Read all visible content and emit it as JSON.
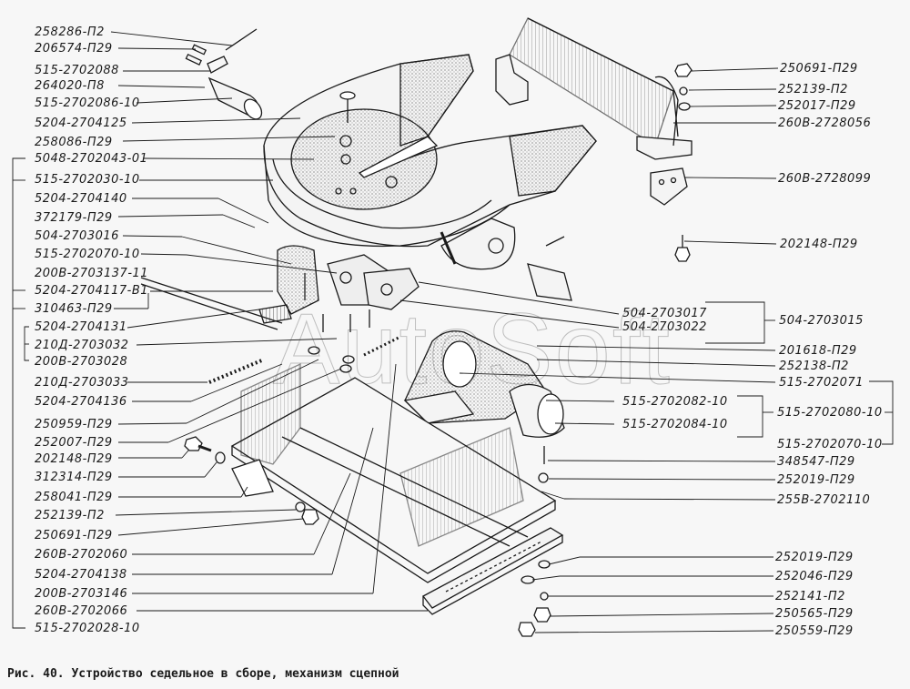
{
  "figure": {
    "caption": "Рис. 40. Устройство седельное в сборе, механизм сцепной",
    "watermark": "AutoSoft"
  },
  "labels_left": [
    "258286-П2",
    "206574-П29",
    "515-2702088",
    "264020-П8",
    "515-2702086-10",
    "5204-2704125",
    "258086-П29",
    "5048-2702043-01",
    "515-2702030-10",
    "5204-2704140",
    "372179-П29",
    "504-2703016",
    "515-2702070-10",
    "200В-2703137-11",
    "5204-2704117-В1",
    "310463-П29",
    "5204-2704131",
    "210Д-2703032",
    "200В-2703028",
    "210Д-2703033",
    "5204-2704136",
    "250959-П29",
    "252007-П29",
    "202148-П29",
    "312314-П29",
    "258041-П29",
    "252139-П2",
    "250691-П29",
    "260В-2702060",
    "5204-2704138",
    "200В-2703146",
    "260В-2702066",
    "515-2702028-10"
  ],
  "labels_right": [
    "250691-П29",
    "252139-П2",
    "252017-П29",
    "260В-2728056",
    "260В-2728099",
    "202148-П29",
    "504-2703017",
    "504-2703022",
    "504-2703015",
    "201618-П29",
    "252138-П2",
    "515-2702071",
    "515-2702082-10",
    "515-2702084-10",
    "515-2702080-10",
    "515-2702070-10",
    "348547-П29",
    "252019-П29",
    "255В-2702110",
    "252019-П29",
    "252046-П29",
    "252141-П2",
    "250565-П29",
    "250559-П29"
  ]
}
